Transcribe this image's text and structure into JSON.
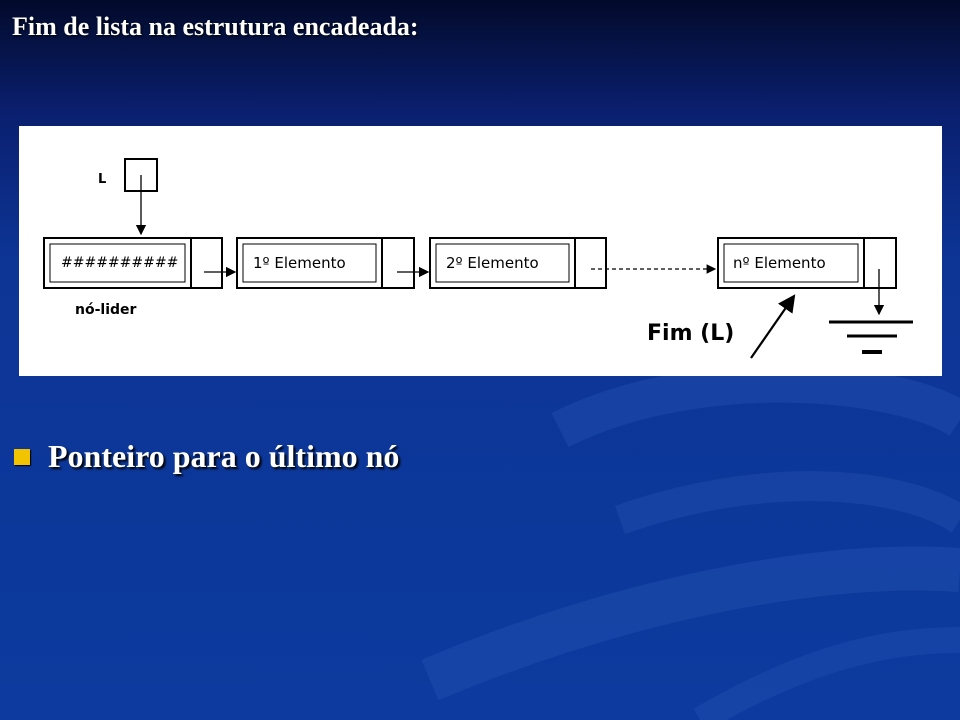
{
  "slide": {
    "title": "Fim de lista na estrutura encadeada:",
    "bullets": [
      {
        "text": "Ponteiro para o último nó"
      }
    ],
    "colors": {
      "bullet": "#f2c300",
      "text": "#ffffff",
      "background": "#0c3a9e"
    }
  },
  "diagram": {
    "pointer_label": "L",
    "header_node_text": "##########",
    "header_node_label": "nó-lider",
    "elements": [
      "1º Elemento",
      "2º Elemento",
      "nº Elemento"
    ],
    "end_label": "Fim (L)",
    "ground_symbol": "ground-icon"
  }
}
